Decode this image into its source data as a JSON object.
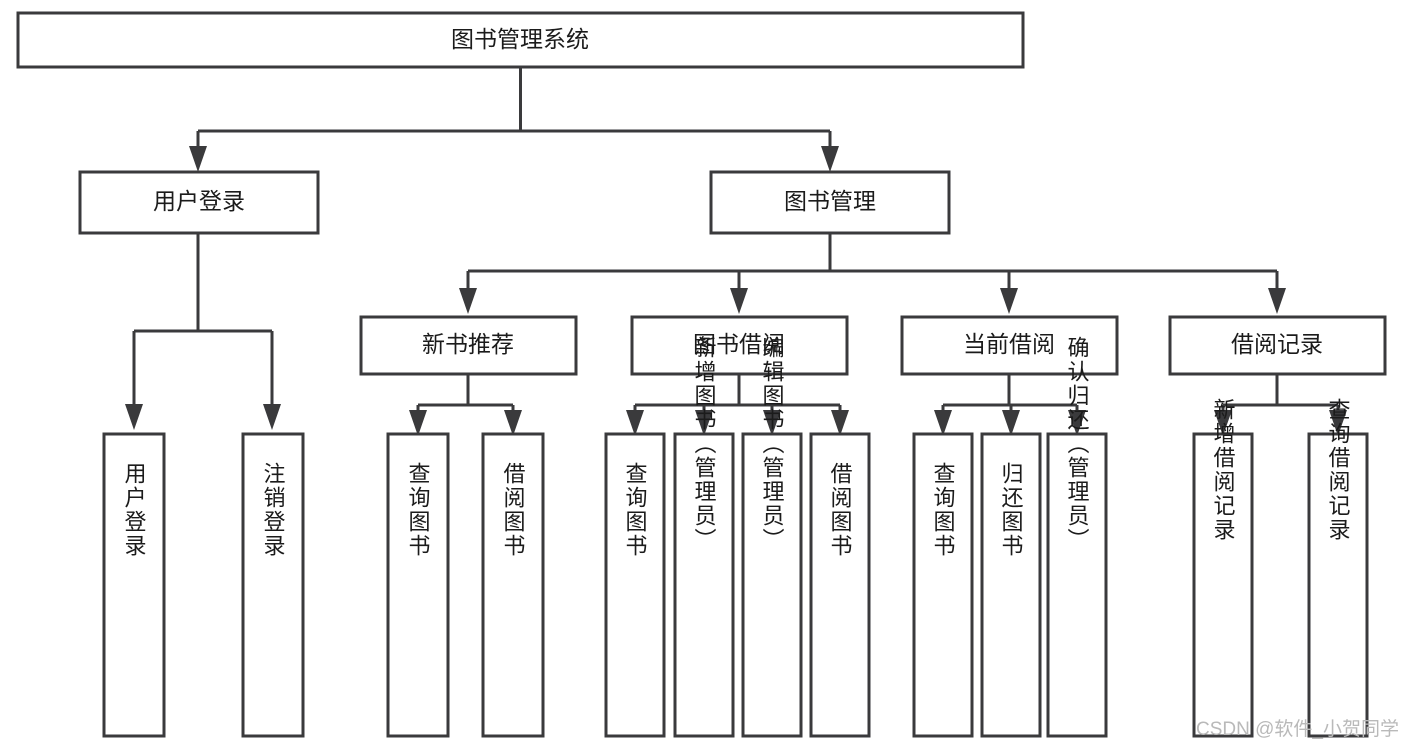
{
  "diagram": {
    "title": "图书管理系统",
    "type": "tree-hierarchy",
    "root": {
      "id": "root",
      "label": "图书管理系统",
      "orientation": "horizontal"
    },
    "level2": [
      {
        "id": "user-login",
        "label": "用户登录",
        "orientation": "horizontal"
      },
      {
        "id": "book-manage",
        "label": "图书管理",
        "orientation": "horizontal"
      }
    ],
    "level3": [
      {
        "id": "new-book-recommend",
        "label": "新书推荐",
        "parent": "book-manage",
        "orientation": "horizontal"
      },
      {
        "id": "book-borrow",
        "label": "图书借阅",
        "parent": "book-manage",
        "orientation": "horizontal"
      },
      {
        "id": "current-borrow",
        "label": "当前借阅",
        "parent": "book-manage",
        "orientation": "horizontal"
      },
      {
        "id": "borrow-record",
        "label": "借阅记录",
        "parent": "book-manage",
        "orientation": "horizontal"
      }
    ],
    "leaves": [
      {
        "id": "leaf-user-login",
        "label": "用户登录",
        "parent": "user-login",
        "orientation": "vertical"
      },
      {
        "id": "leaf-user-logout",
        "label": "注销登录",
        "parent": "user-login",
        "orientation": "vertical"
      },
      {
        "id": "leaf-query-book-1",
        "label": "查询图书",
        "parent": "new-book-recommend",
        "orientation": "vertical"
      },
      {
        "id": "leaf-borrow-book-1",
        "label": "借阅图书",
        "parent": "new-book-recommend",
        "orientation": "vertical"
      },
      {
        "id": "leaf-query-book-2",
        "label": "查询图书",
        "parent": "book-borrow",
        "orientation": "vertical"
      },
      {
        "id": "leaf-add-book",
        "label": "新增图书（管理员）",
        "parent": "book-borrow",
        "orientation": "vertical"
      },
      {
        "id": "leaf-edit-book",
        "label": "编辑图书（管理员）",
        "parent": "book-borrow",
        "orientation": "vertical"
      },
      {
        "id": "leaf-borrow-book-2",
        "label": "借阅图书",
        "parent": "book-borrow",
        "orientation": "vertical"
      },
      {
        "id": "leaf-query-book-3",
        "label": "查询图书",
        "parent": "current-borrow",
        "orientation": "vertical"
      },
      {
        "id": "leaf-return-book",
        "label": "归还图书",
        "parent": "current-borrow",
        "orientation": "vertical"
      },
      {
        "id": "leaf-confirm-return",
        "label": "确认归还（管理员）",
        "parent": "current-borrow",
        "orientation": "vertical"
      },
      {
        "id": "leaf-add-record",
        "label": "新增借阅记录",
        "parent": "borrow-record",
        "orientation": "vertical"
      },
      {
        "id": "leaf-query-record",
        "label": "查询借阅记录",
        "parent": "borrow-record",
        "orientation": "vertical"
      }
    ]
  },
  "watermark": {
    "text": "CSDN @软件_小贺同学"
  },
  "colors": {
    "stroke": "#3a3a3c",
    "fill": "#ffffff",
    "text": "#1b1b1b",
    "watermark": "#b9b9b9",
    "background": "#ffffff"
  }
}
